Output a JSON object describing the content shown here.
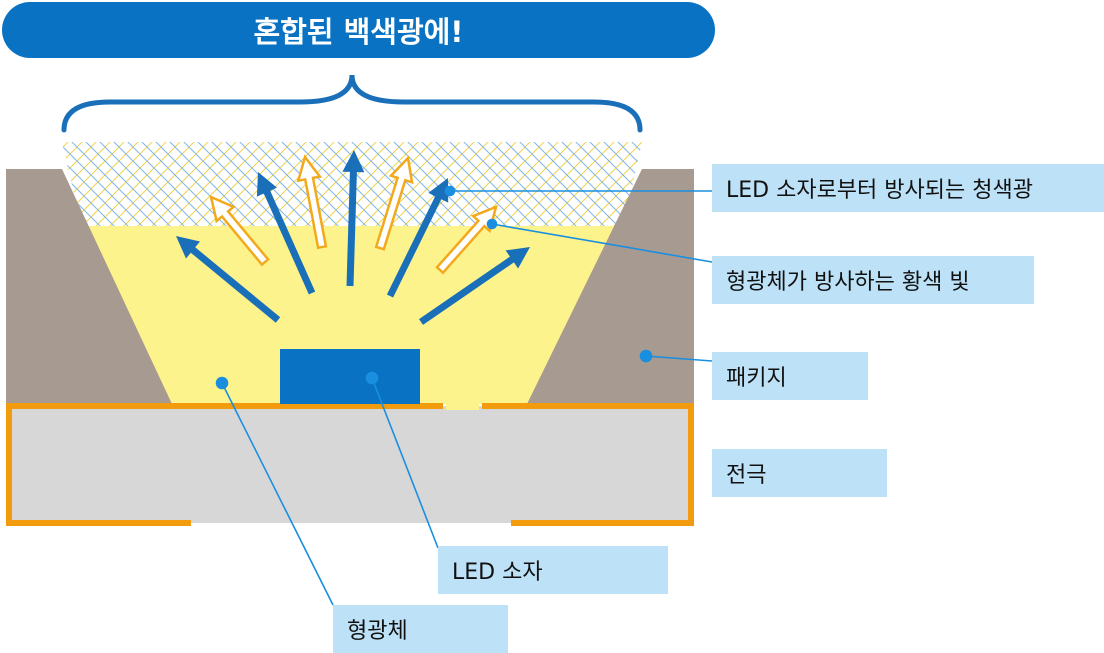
{
  "banner": {
    "text": "혼합된 백색광에!"
  },
  "labels": {
    "blue_light": "LED 소자로부터 방사되는 청색광",
    "yellow_light": "형광체가 방사하는 황색 빛",
    "package": "패키지",
    "electrode": "전극",
    "led_chip": "LED 소자",
    "phosphor": "형광체"
  },
  "colors": {
    "banner": "#0a72c2",
    "label_bg": "#bde2f8",
    "package": "#a79a90",
    "phosphor": "#fdf38c",
    "electrode_fill": "#d8d7d8",
    "electrode_border": "#f29b0c",
    "led_chip": "#0a72c2",
    "blue_arrow": "#1a6fb9",
    "yellow_arrow": "#f2a91c",
    "leader_line": "#1a8fe0"
  }
}
